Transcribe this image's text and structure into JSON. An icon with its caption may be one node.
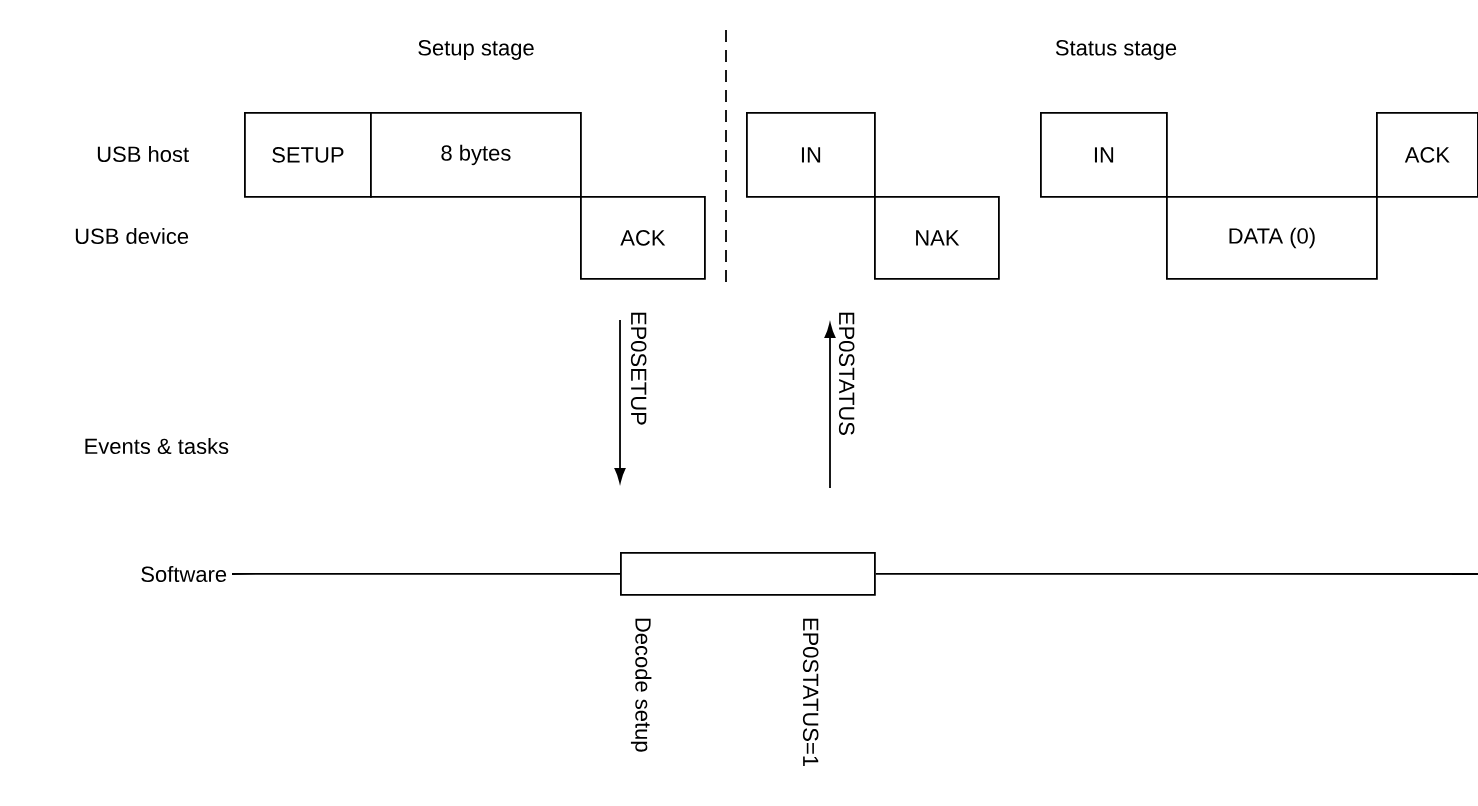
{
  "diagram": {
    "nodes": [
      {
        "text": [
          "SETUP"
        ]
      },
      {
        "text": [
          "8 bytes"
        ]
      },
      {
        "text": [
          "ACK"
        ]
      },
      {
        "text": [
          "IN"
        ]
      },
      {
        "text": [
          "NAK"
        ]
      },
      {
        "text": [
          "IN"
        ]
      },
      {
        "text": [
          "DATA (0)"
        ]
      },
      {
        "text": [
          "ACK"
        ]
      },
      {
        "text": [
          "Software"
        ]
      },
      {
        "text": [],
        "shape": "box"
      }
    ],
    "edges": [
      {
        "from": 8,
        "to": 9,
        "arrow": "none"
      },
      {
        "from": 9,
        "to": null,
        "arrow": "none"
      }
    ],
    "labels": [
      "Setup stage",
      "Status stage",
      "USB host",
      "USB device",
      "EP0SETUP",
      "EP0STATUS",
      "Events & tasks",
      "Decode setup",
      "EP0STATUS=1"
    ]
  }
}
